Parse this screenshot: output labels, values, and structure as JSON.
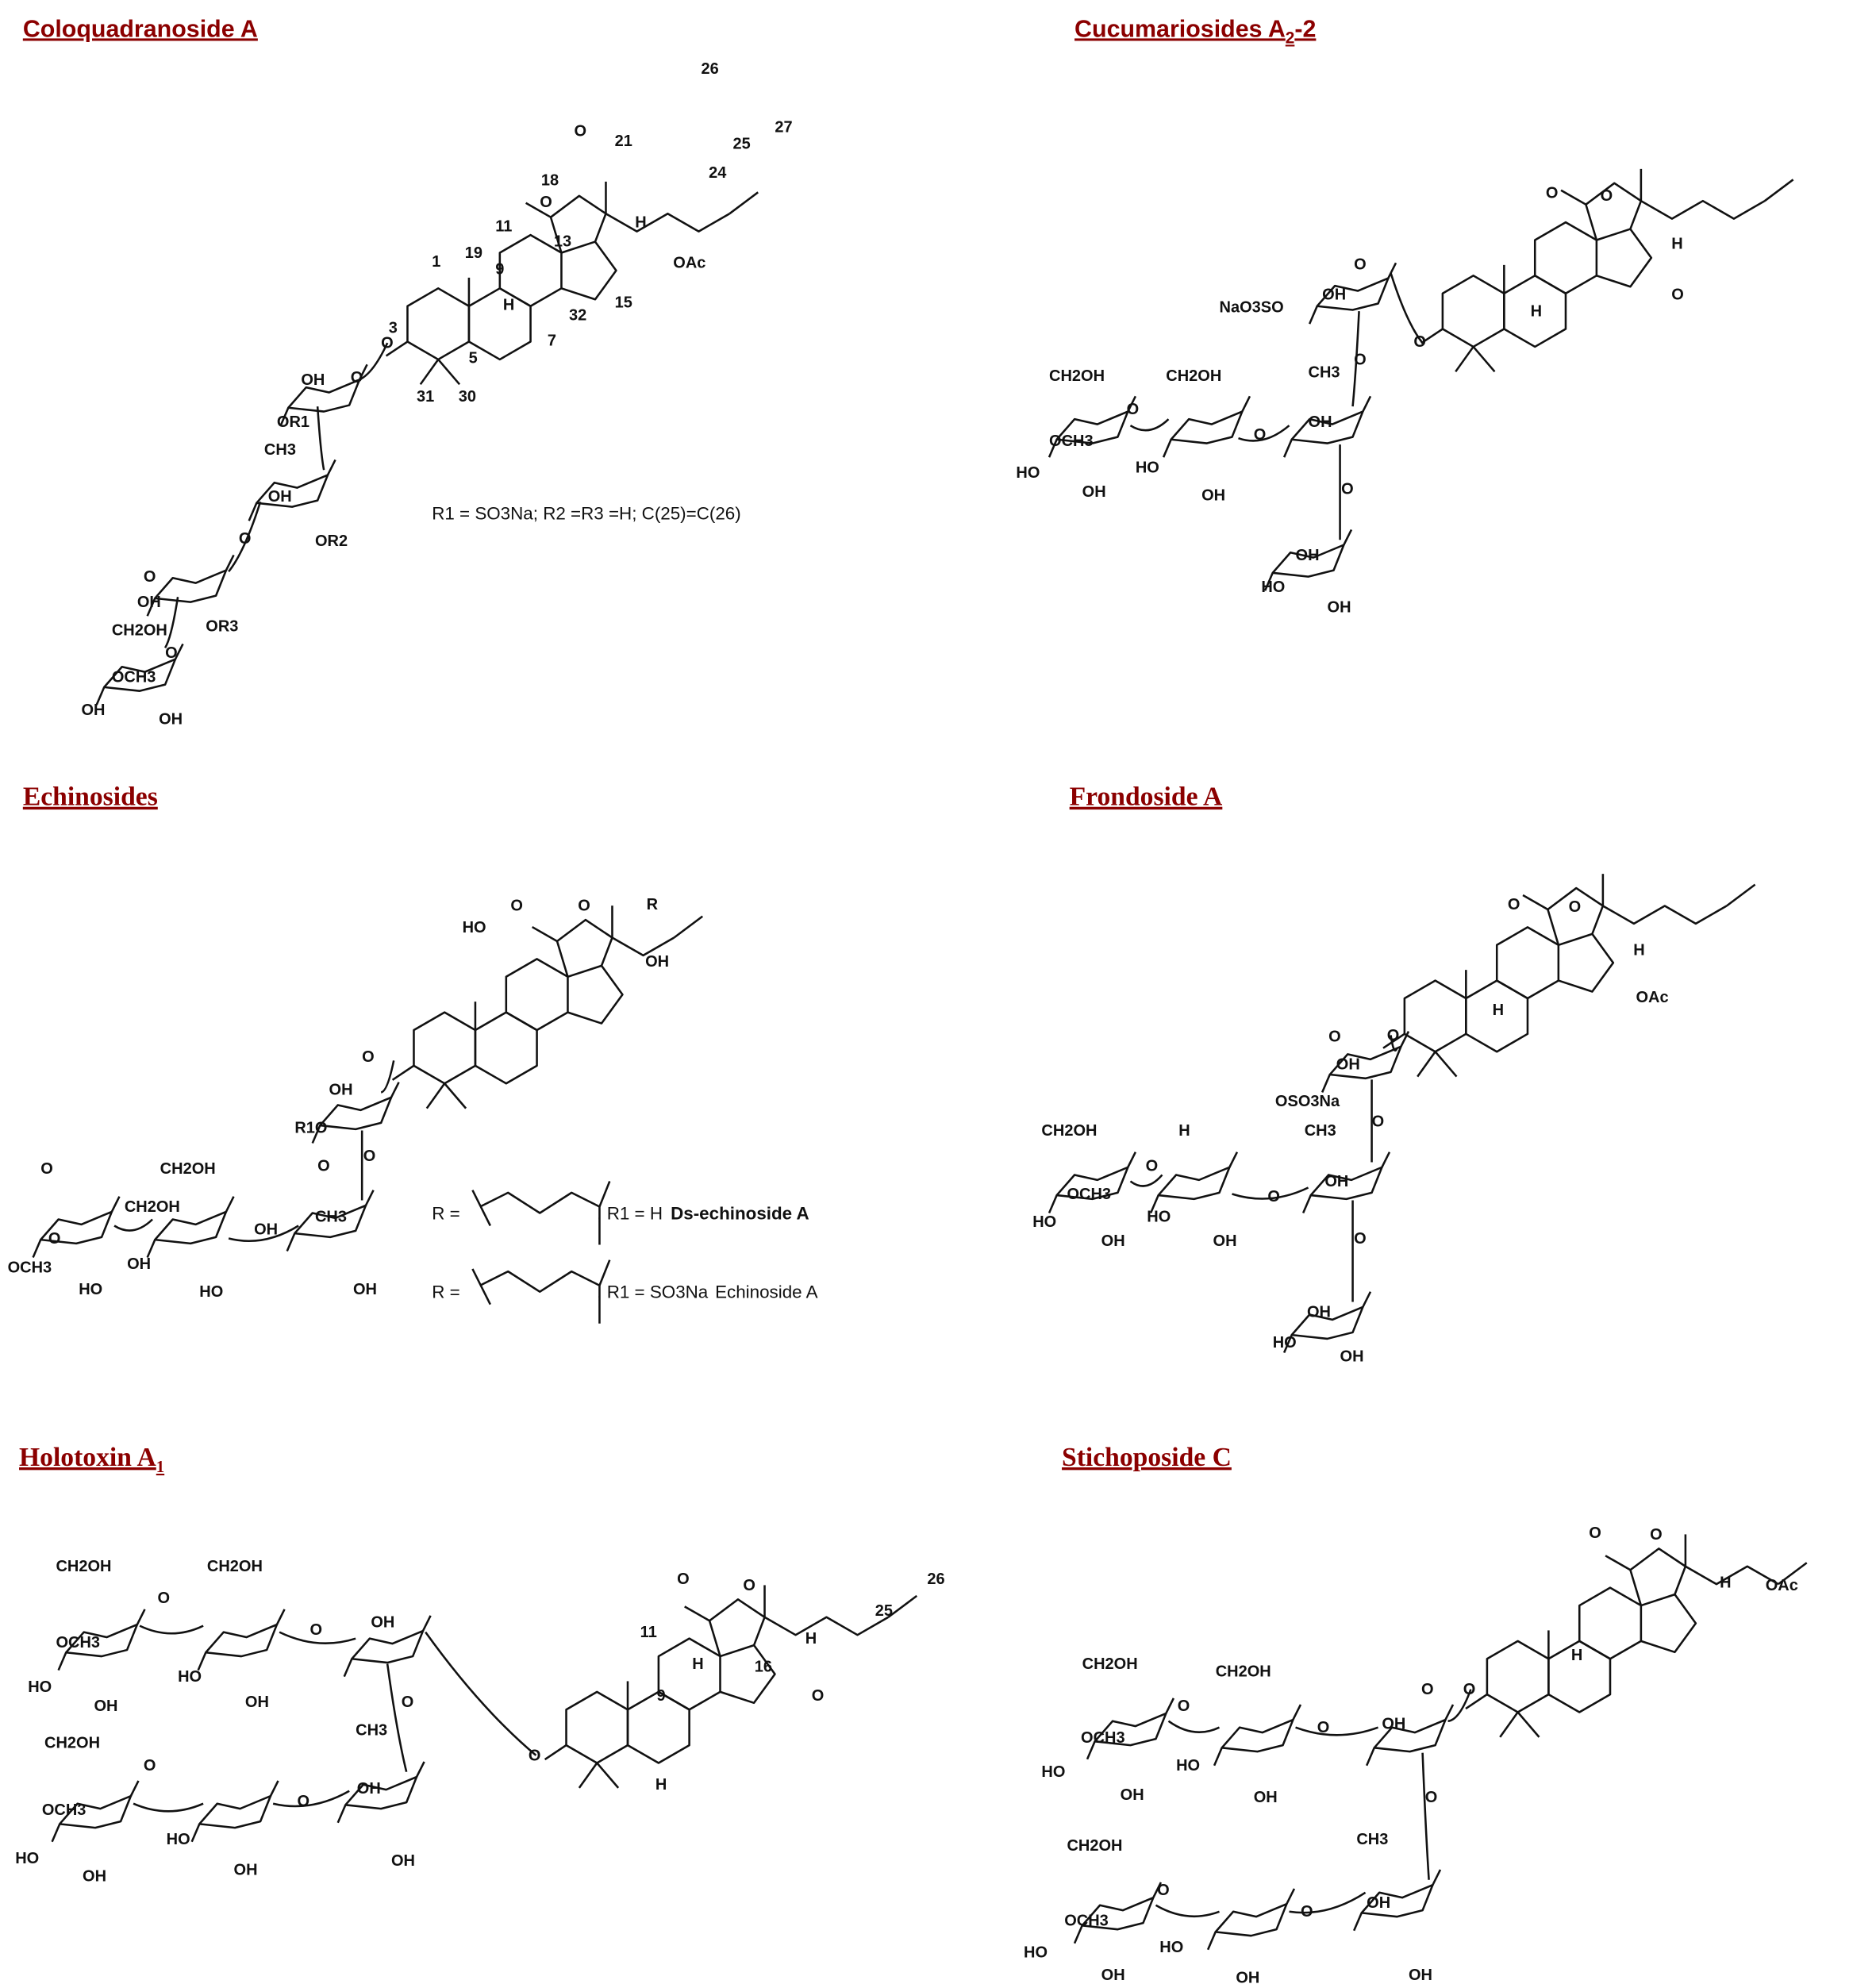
{
  "panels": [
    {
      "title": "Coloquadranoside A",
      "labels": [
        "26",
        "27",
        "25",
        "24",
        "21",
        "O",
        "18",
        "O",
        "11",
        "13",
        "H",
        "OAc",
        "1",
        "19",
        "9",
        "H",
        "15",
        "32",
        "3",
        "O",
        "5",
        "7",
        "31",
        "30",
        "OH",
        "OR1",
        "O",
        "CH3",
        "OH",
        "OR2",
        "O",
        "OH",
        "OR3",
        "CH2OH",
        "O",
        "OCH3",
        "OH",
        "OH",
        "O"
      ],
      "note": "R1 = SO3Na; R2 =R3 =H; C(25)=C(26)"
    },
    {
      "title": "Cucumariosides A",
      "title_sub": "2",
      "title_tail": "-2",
      "labels": [
        "O",
        "O",
        "H",
        "O",
        "H",
        "O",
        "NaO3SO",
        "OH",
        "O",
        "O",
        "CH2OH",
        "CH2OH",
        "O",
        "OCH3",
        "HO",
        "OH",
        "HO",
        "OH",
        "O",
        "CH3",
        "OH",
        "O",
        "OH",
        "HO",
        "OH"
      ]
    },
    {
      "title": "Echinosides",
      "labels": [
        "O",
        "O",
        "R",
        "HO",
        "OH",
        "O",
        "OH",
        "R1O",
        "O",
        "O",
        "CH3",
        "OH",
        "OH",
        "O",
        "CH2OH",
        "CH2OH",
        "O",
        "OCH3",
        "HO",
        "OH",
        "HO",
        "OH"
      ],
      "definitions": [
        {
          "r": "R =",
          "r1": ", R1 = H",
          "name": "Ds-echinoside A"
        },
        {
          "r": "R =",
          "r1": ", R1 = SO3Na",
          "name": "Echinoside A"
        }
      ]
    },
    {
      "title": "Frondoside A",
      "labels": [
        "O",
        "O",
        "H",
        "OAc",
        "H",
        "O",
        "O",
        "OH",
        "OSO3Na",
        "O",
        "CH2OH",
        "H",
        "O",
        "OCH3",
        "HO",
        "OH",
        "HO",
        "OH",
        "O",
        "CH3",
        "OH",
        "O",
        "OH",
        "HO",
        "OH"
      ]
    },
    {
      "title": "Holotoxin A",
      "title_sub": "1",
      "labels": [
        "O",
        "O",
        "26",
        "25",
        "11",
        "9",
        "H",
        "16",
        "H",
        "O",
        "O",
        "H",
        "CH2OH",
        "CH2OH",
        "O",
        "O",
        "OH",
        "O",
        "OCH3",
        "HO",
        "OH",
        "HO",
        "OH",
        "CH2OH",
        "O",
        "O",
        "CH3",
        "OH",
        "OCH3",
        "HO",
        "OH",
        "HO",
        "OH",
        "OH"
      ]
    },
    {
      "title": "Stichoposide C",
      "labels": [
        "O",
        "O",
        "H",
        "OAc",
        "H",
        "O",
        "O",
        "OH",
        "O",
        "CH2OH",
        "CH2OH",
        "O",
        "OCH3",
        "HO",
        "OH",
        "HO",
        "OH",
        "O",
        "CH2OH",
        "O",
        "O",
        "CH3",
        "OH",
        "OCH3",
        "HO",
        "OH",
        "HO",
        "OH",
        "OH"
      ]
    }
  ],
  "colors": {
    "title": "#8b0000",
    "structure": "#111111",
    "background": "#ffffff"
  }
}
